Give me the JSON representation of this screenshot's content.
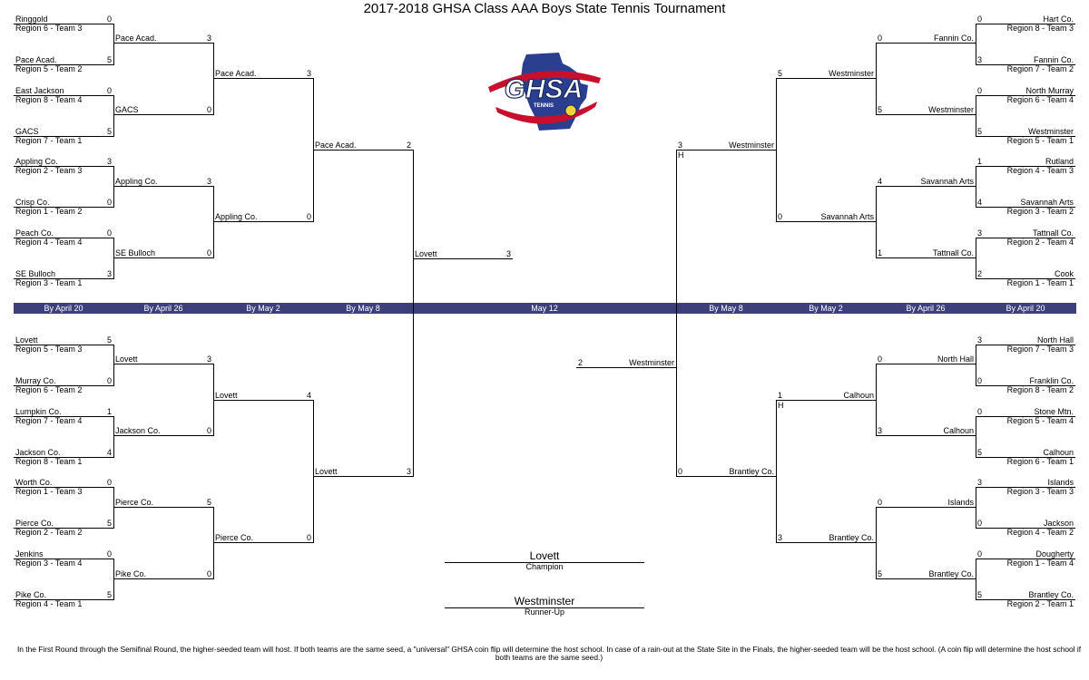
{
  "title": "2017-2018 GHSA Class AAA Boys State Tennis Tournament",
  "logo": {
    "main_text": "GHSA",
    "sub_text": "TENNIS",
    "icon": "ghsa-georgia-logo-icon"
  },
  "dates": [
    "By April 20",
    "By April 26",
    "By May 2",
    "By May 8",
    "May 12",
    "By May 8",
    "By May 2",
    "By April 26",
    "By April 20"
  ],
  "r1": {
    "left_top": [
      {
        "name": "Ringgold",
        "region": "Region 6 - Team 3",
        "score": "0"
      },
      {
        "name": "Pace Acad.",
        "region": "Region 5 - Team 2",
        "score": "5"
      },
      {
        "name": "East Jackson",
        "region": "Region 8 - Team 4",
        "score": "0"
      },
      {
        "name": "GACS",
        "region": "Region 7 - Team 1",
        "score": "5"
      },
      {
        "name": "Appling Co.",
        "region": "Region 2 - Team 3",
        "score": "3"
      },
      {
        "name": "Crisp Co.",
        "region": "Region 1 - Team 2",
        "score": "0"
      },
      {
        "name": "Peach Co.",
        "region": "Region 4 - Team 4",
        "score": "0"
      },
      {
        "name": "SE Bulloch",
        "region": "Region 3 - Team 1",
        "score": "3"
      }
    ],
    "left_bottom": [
      {
        "name": "Lovett",
        "region": "Region 5 - Team 3",
        "score": "5"
      },
      {
        "name": "Murray Co.",
        "region": "Region 6 - Team 2",
        "score": "0"
      },
      {
        "name": "Lumpkin Co.",
        "region": "Region 7 - Team 4",
        "score": "1"
      },
      {
        "name": "Jackson Co.",
        "region": "Region 8 - Team 1",
        "score": "4"
      },
      {
        "name": "Worth Co.",
        "region": "Region 1 - Team 3",
        "score": "0"
      },
      {
        "name": "Pierce Co.",
        "region": "Region 2 - Team 2",
        "score": "5"
      },
      {
        "name": "Jenkins",
        "region": "Region 3 - Team 4",
        "score": "0"
      },
      {
        "name": "Pike Co.",
        "region": "Region 4 - Team 1",
        "score": "5"
      }
    ],
    "right_top": [
      {
        "name": "Hart Co.",
        "region": "Region 8 - Team 3",
        "score": "0"
      },
      {
        "name": "Fannin Co.",
        "region": "Region 7 - Team 2",
        "score": "3"
      },
      {
        "name": "North Murray",
        "region": "Region 6 - Team 4",
        "score": "0"
      },
      {
        "name": "Westminster",
        "region": "Region 5 - Team 1",
        "score": "5"
      },
      {
        "name": "Rutland",
        "region": "Region 4 - Team 3",
        "score": "1"
      },
      {
        "name": "Savannah Arts",
        "region": "Region 3 - Team 2",
        "score": "4"
      },
      {
        "name": "Tattnall Co.",
        "region": "Region 2 - Team 4",
        "score": "3"
      },
      {
        "name": "Cook",
        "region": "Region 1 - Team 1",
        "score": "2"
      }
    ],
    "right_bottom": [
      {
        "name": "North Hall",
        "region": "Region 7 - Team 3",
        "score": "3"
      },
      {
        "name": "Franklin Co.",
        "region": "Region 8 - Team 2",
        "score": "0"
      },
      {
        "name": "Stone Mtn.",
        "region": "Region 5 - Team 4",
        "score": "0"
      },
      {
        "name": "Calhoun",
        "region": "Region 6 - Team 1",
        "score": "5"
      },
      {
        "name": "Islands",
        "region": "Region 3 - Team 3",
        "score": "3"
      },
      {
        "name": "Jackson",
        "region": "Region 4 - Team 2",
        "score": "0"
      },
      {
        "name": "Dougherty",
        "region": "Region 1 - Team 4",
        "score": "0"
      },
      {
        "name": "Brantley Co.",
        "region": "Region 2 - Team 1",
        "score": "5"
      }
    ]
  },
  "r2": {
    "left_top": [
      {
        "name": "Pace Acad.",
        "score": "3"
      },
      {
        "name": "GACS",
        "score": "0"
      },
      {
        "name": "Appling Co.",
        "score": "3"
      },
      {
        "name": "SE Bulloch",
        "score": "0"
      }
    ],
    "left_bottom": [
      {
        "name": "Lovett",
        "score": "3"
      },
      {
        "name": "Jackson Co.",
        "score": "0"
      },
      {
        "name": "Pierce Co.",
        "score": "5"
      },
      {
        "name": "Pike Co.",
        "score": "0"
      }
    ],
    "right_top": [
      {
        "name": "Fannin Co.",
        "score": "0"
      },
      {
        "name": "Westminster",
        "score": "5"
      },
      {
        "name": "Savannah Arts",
        "score": "4"
      },
      {
        "name": "Tattnall Co.",
        "score": "1"
      }
    ],
    "right_bottom": [
      {
        "name": "North Hall",
        "score": "0"
      },
      {
        "name": "Calhoun",
        "score": "3"
      },
      {
        "name": "Islands",
        "score": "0"
      },
      {
        "name": "Brantley Co.",
        "score": "5"
      }
    ]
  },
  "r3": {
    "left_top": [
      {
        "name": "Pace Acad.",
        "score": "3"
      },
      {
        "name": "Appling Co.",
        "score": "0"
      }
    ],
    "left_bottom": [
      {
        "name": "Lovett",
        "score": "4"
      },
      {
        "name": "Pierce Co.",
        "score": "0"
      }
    ],
    "right_top": [
      {
        "name": "Westminster",
        "score": "5"
      },
      {
        "name": "Savannah Arts",
        "score": "0"
      }
    ],
    "right_bottom": [
      {
        "name": "Calhoun",
        "score": "1",
        "host": "H"
      },
      {
        "name": "Brantley Co.",
        "score": "3"
      }
    ]
  },
  "r4": {
    "left_top": {
      "name": "Pace Acad.",
      "score": "2"
    },
    "left_bottom": {
      "name": "Lovett",
      "score": "3"
    },
    "right_top": {
      "name": "Westminster",
      "score": "3",
      "host": "H"
    },
    "right_bottom": {
      "name": "Brantley Co.",
      "score": "0"
    }
  },
  "final": {
    "left": {
      "name": "Lovett",
      "score": "3"
    },
    "right": {
      "name": "Westminster",
      "score": "2"
    }
  },
  "champion": {
    "name": "Lovett",
    "label": "Champion"
  },
  "runner_up": {
    "name": "Westminster",
    "label": "Runner-Up"
  },
  "footnote": "In the First Round through the Semifinal Round, the higher-seeded team will host.  If both teams are the same seed, a \"universal\" GHSA coin flip will determine the host school. In case of a rain-out at the State Site in the Finals, the higher-seeded team will be the host school. (A coin flip will determine the host school if both teams are the same seed.)"
}
